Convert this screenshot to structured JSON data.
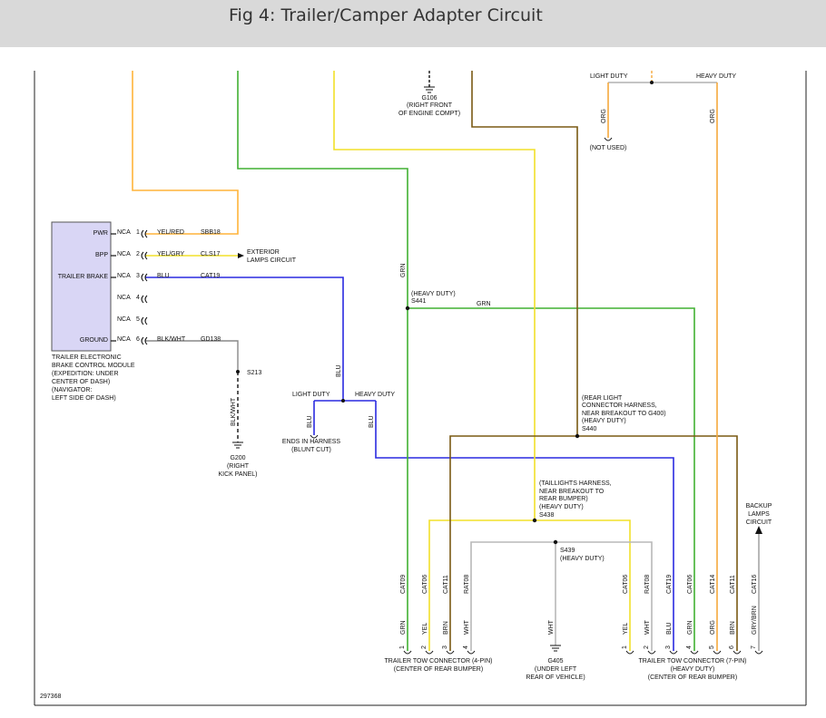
{
  "title": "Fig 4: Trailer/Camper Adapter Circuit",
  "colors": {
    "yellow": "#f2e02a",
    "orange": "#ffb43a",
    "green": "#41b032",
    "blue": "#2a2ae0",
    "brown": "#7a5a14",
    "gray": "#b8b8b8",
    "dark_orange": "#f5a83c",
    "black": "#111111"
  },
  "module": {
    "pins": [
      "PWR",
      "BPP",
      "TRAILER BRAKE",
      "",
      "",
      "GROUND"
    ],
    "nca": [
      "NCA",
      "NCA",
      "NCA",
      "NCA",
      "NCA",
      "NCA"
    ],
    "numbers": [
      "1",
      "2",
      "3",
      "4",
      "5",
      "6"
    ],
    "wire_colors": [
      "YEL/RED",
      "YEL/GRY",
      "BLU",
      "",
      "",
      "BLK/WHT"
    ],
    "circuits": [
      "SBB18",
      "CLS17",
      "CAT19",
      "",
      "",
      "GD138"
    ],
    "description": [
      "TRAILER ELECTRONIC",
      "BRAKE CONTROL MODULE",
      "(EXPEDITION: UNDER",
      "CENTER OF DASH)",
      "(NAVIGATOR:",
      "LEFT SIDE OF DASH)"
    ]
  },
  "exterior_lamps": [
    "EXTERIOR",
    "LAMPS CIRCUIT"
  ],
  "g106": [
    "G106",
    "(RIGHT FRONT",
    "OF ENGINE COMPT)"
  ],
  "s213": "S213",
  "blk_wht": "BLK/WHT",
  "g200": [
    "G200",
    "(RIGHT",
    "KICK PANEL)"
  ],
  "blu_split": {
    "blu": "BLU",
    "light": "LIGHT DUTY",
    "heavy": "HEAVY DUTY",
    "ends": [
      "ENDS IN HARNESS",
      "(BLUNT CUT)"
    ]
  },
  "grn": "GRN",
  "s441": [
    "(HEAVY DUTY)",
    "S441"
  ],
  "s440": [
    "(REAR LIGHT",
    "CONNECTOR HARNESS,",
    "NEAR BREAKOUT TO G400)",
    "(HEAVY DUTY)",
    "S440"
  ],
  "s438": [
    "(TAILLIGHTS HARNESS,",
    "NEAR BREAKOUT TO",
    "REAR BUMPER)",
    "(HEAVY DUTY)",
    "S438"
  ],
  "s439": [
    "S439",
    "(HEAVY DUTY)"
  ],
  "top_right": {
    "light": "LIGHT DUTY",
    "heavy": "HEAVY DUTY",
    "org": "ORG",
    "not_used": "(NOT USED)"
  },
  "backup": [
    "BACKUP",
    "LAMPS",
    "CIRCUIT"
  ],
  "bottom_wires": [
    {
      "circuit": "CAT09",
      "color": "GRN",
      "pin": "1"
    },
    {
      "circuit": "CAT06",
      "color": "YEL",
      "pin": "2"
    },
    {
      "circuit": "CAT11",
      "color": "BRN",
      "pin": "3"
    },
    {
      "circuit": "RAT08",
      "color": "WHT",
      "pin": "4"
    },
    {
      "circuit": "",
      "color": "WHT",
      "pin": ""
    },
    {
      "circuit": "CAT06",
      "color": "YEL",
      "pin": "1"
    },
    {
      "circuit": "RAT08",
      "color": "WHT",
      "pin": "2"
    },
    {
      "circuit": "CAT19",
      "color": "BLU",
      "pin": "3"
    },
    {
      "circuit": "CAT06",
      "color": "GRN",
      "pin": "4"
    },
    {
      "circuit": "CAT14",
      "color": "ORG",
      "pin": "5"
    },
    {
      "circuit": "CAT11",
      "color": "BRN",
      "pin": "6"
    },
    {
      "circuit": "CAT16",
      "color": "GRY/BRN",
      "pin": "7"
    }
  ],
  "connector4": [
    "TRAILER TOW CONNECTOR (4-PIN)",
    "(CENTER OF REAR BUMPER)"
  ],
  "g405": [
    "G405",
    "(UNDER LEFT",
    "REAR OF VEHICLE)"
  ],
  "connector7": [
    "TRAILER TOW CONNECTOR (7-PIN)",
    "(HEAVY DUTY)",
    "(CENTER OF REAR BUMPER)"
  ],
  "figure_number": "297368"
}
